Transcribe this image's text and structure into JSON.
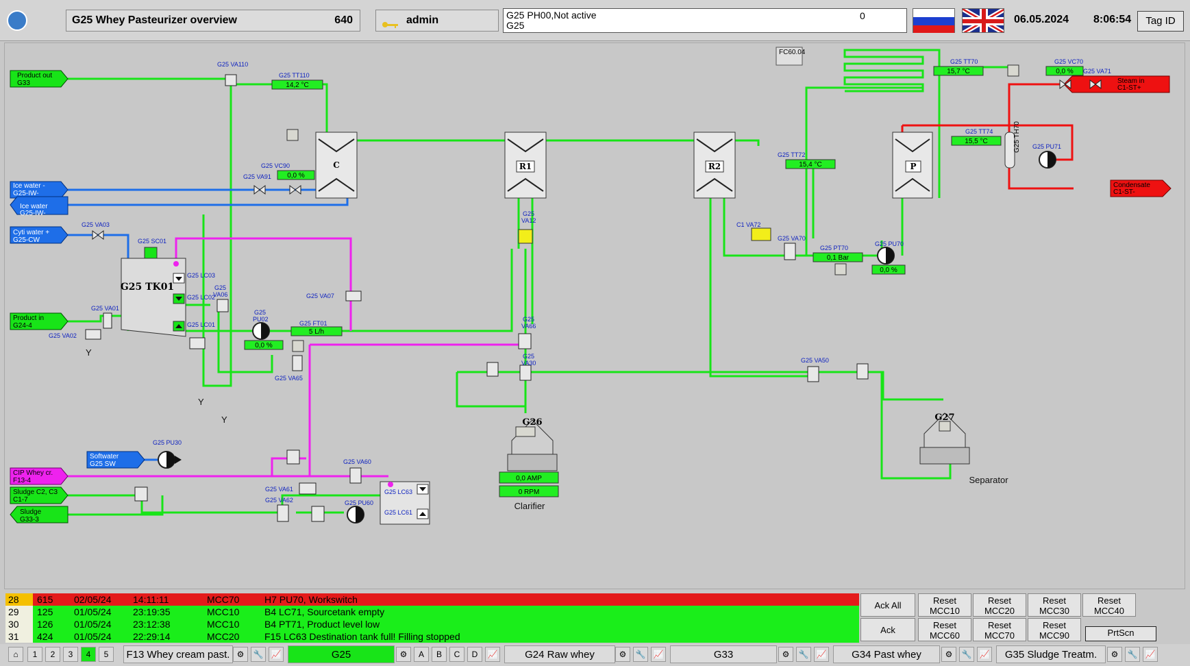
{
  "header": {
    "title": "G25 Whey Pasteurizer overview",
    "title_number": "640",
    "user": "admin",
    "message_line1": "G25 PH00,Not active",
    "message_line2": "G25",
    "message_count": "0",
    "date": "06.05.2024",
    "time": "8:06:54",
    "tag_id_label": "Tag ID"
  },
  "diagram": {
    "pipes": {
      "product_out": "Product out",
      "product_out_sub": "G33",
      "ice_water_in": "Ice water -",
      "ice_water_in_sub": "G25-IW-",
      "ice_water_out": "Ice water",
      "ice_water_out_sub": "G25-IW-",
      "city_water": "Cyti water +",
      "city_water_sub": "G25-CW",
      "product_in": "Product in",
      "product_in_sub": "G24-4",
      "softwater": "Softwater",
      "softwater_sub": "G25 SW",
      "cip": "CIP Whey cr.",
      "cip_sub": "F13-4",
      "sludge_c2": "Sludge C2, C3",
      "sludge_c2_sub": "C1-7",
      "sludge": "Sludge",
      "sludge_sub": "G33-3",
      "steam_in": "Steam in",
      "steam_in_sub": "C1-ST+",
      "condensate": "Condensate",
      "condensate_sub": "C1-ST-"
    },
    "tags": {
      "va110": "G25 VA110",
      "tt110": "G25 TT110",
      "tt110_val": "14,2 °C",
      "vc90": "G25 VC90",
      "vc90_val": "0,0 %",
      "va91": "G25 VA91",
      "va03": "G25 VA03",
      "sc01": "G25 SC01",
      "tk01": "G25 TK01",
      "lc03": "G25 LC03",
      "lc02": "G25 LC02",
      "lc01": "G25 LC01",
      "va06": "G25",
      "va06b": "VA06",
      "va01": "G25 VA01",
      "va02": "G25 VA02",
      "pu02": "G25",
      "pu02b": "PU02",
      "pu02_val": "0,0 %",
      "ft01": "G25 FT01",
      "ft01_val": "5 L/h",
      "va07": "G25 VA07",
      "va65": "G25 VA65",
      "va12": "G25",
      "va12b": "VA12",
      "va66": "G25",
      "va66b": "VA66",
      "va30": "G25",
      "va30b": "VA30",
      "y1": "Y",
      "y2": "Y",
      "y3": "Y",
      "pu30": "G25 PU30",
      "va60": "G25 VA60",
      "va61": "G25 VA61",
      "va62": "G25 VA62",
      "pu60": "G25 PU60",
      "lc63": "G25 LC63",
      "lc61": "G25 LC61",
      "fc60": "FC60.04",
      "tt72": "G25 TT72",
      "tt72_val": "15,4 °C",
      "va72": "C1 VA72",
      "va70": "G25 VA70",
      "pt70": "G25 PT70",
      "pt70_val": "0,1 Bar",
      "pu70": "G25 PU70",
      "pu70_val": "0,0 %",
      "tt70": "G25 TT70",
      "tt70_val": "15,7 °C",
      "vc70": "G25 VC70",
      "vc70_val": "0,0 %",
      "va71": "G25 VA71",
      "tt74": "G25 TT74",
      "tt74_val": "15,5 °C",
      "th70": "G25 TH70",
      "pu71": "G25 PU71",
      "va50": "G25 VA50",
      "hx_c": "C",
      "hx_r1": "R1",
      "hx_r2": "R2",
      "hx_p": "P",
      "g26": "G26",
      "g26_amp": "0,0  AMP",
      "g26_rpm": "0  RPM",
      "clarifier": "Clarifier",
      "g27": "G27",
      "separator": "Separator"
    }
  },
  "alarms": [
    {
      "n": "28",
      "id": "615",
      "date": "02/05/24",
      "time": "14:11:11",
      "unit": "MCC70",
      "text": "H7 PU70, Workswitch",
      "color": "#e41b1b"
    },
    {
      "n": "29",
      "id": "125",
      "date": "01/05/24",
      "time": "23:19:35",
      "unit": "MCC10",
      "text": "B4 LC71, Sourcetank empty",
      "color": "#1aee1a"
    },
    {
      "n": "30",
      "id": "126",
      "date": "01/05/24",
      "time": "23:12:38",
      "unit": "MCC10",
      "text": "B4 PT71, Product level low",
      "color": "#1aee1a"
    },
    {
      "n": "31",
      "id": "424",
      "date": "01/05/24",
      "time": "22:29:14",
      "unit": "MCC20",
      "text": "F15 LC63 Destination tank full! Filling stopped",
      "color": "#1aee1a"
    }
  ],
  "alarm_buttons": {
    "ack_all": "Ack All",
    "ack": "Ack",
    "reset_mcc10": "Reset",
    "reset_mcc10_sub": "MCC10",
    "reset_mcc20": "Reset",
    "reset_mcc20_sub": "MCC20",
    "reset_mcc30": "Reset",
    "reset_mcc30_sub": "MCC30",
    "reset_mcc40": "Reset",
    "reset_mcc40_sub": "MCC40",
    "reset_mcc60": "Reset",
    "reset_mcc60_sub": "MCC60",
    "reset_mcc70": "Reset",
    "reset_mcc70_sub": "MCC70",
    "reset_mcc90": "Reset",
    "reset_mcc90_sub": "MCC90",
    "prtscn": "PrtScn"
  },
  "nav": {
    "pages": [
      "1",
      "2",
      "3",
      "4",
      "5"
    ],
    "active_page": "4",
    "f13": "F13 Whey cream past.",
    "g25": "G25",
    "g24": "G24 Raw whey",
    "g33": "G33",
    "g34": "G34 Past whey",
    "g35": "G35 Sludge Treatm."
  },
  "colors": {
    "product": "#18e418",
    "ice": "#1e6ee8",
    "cip": "#ee22ee",
    "steam": "#ee1111",
    "value_box": "#22ee22",
    "alarm_red": "#e41b1b"
  }
}
